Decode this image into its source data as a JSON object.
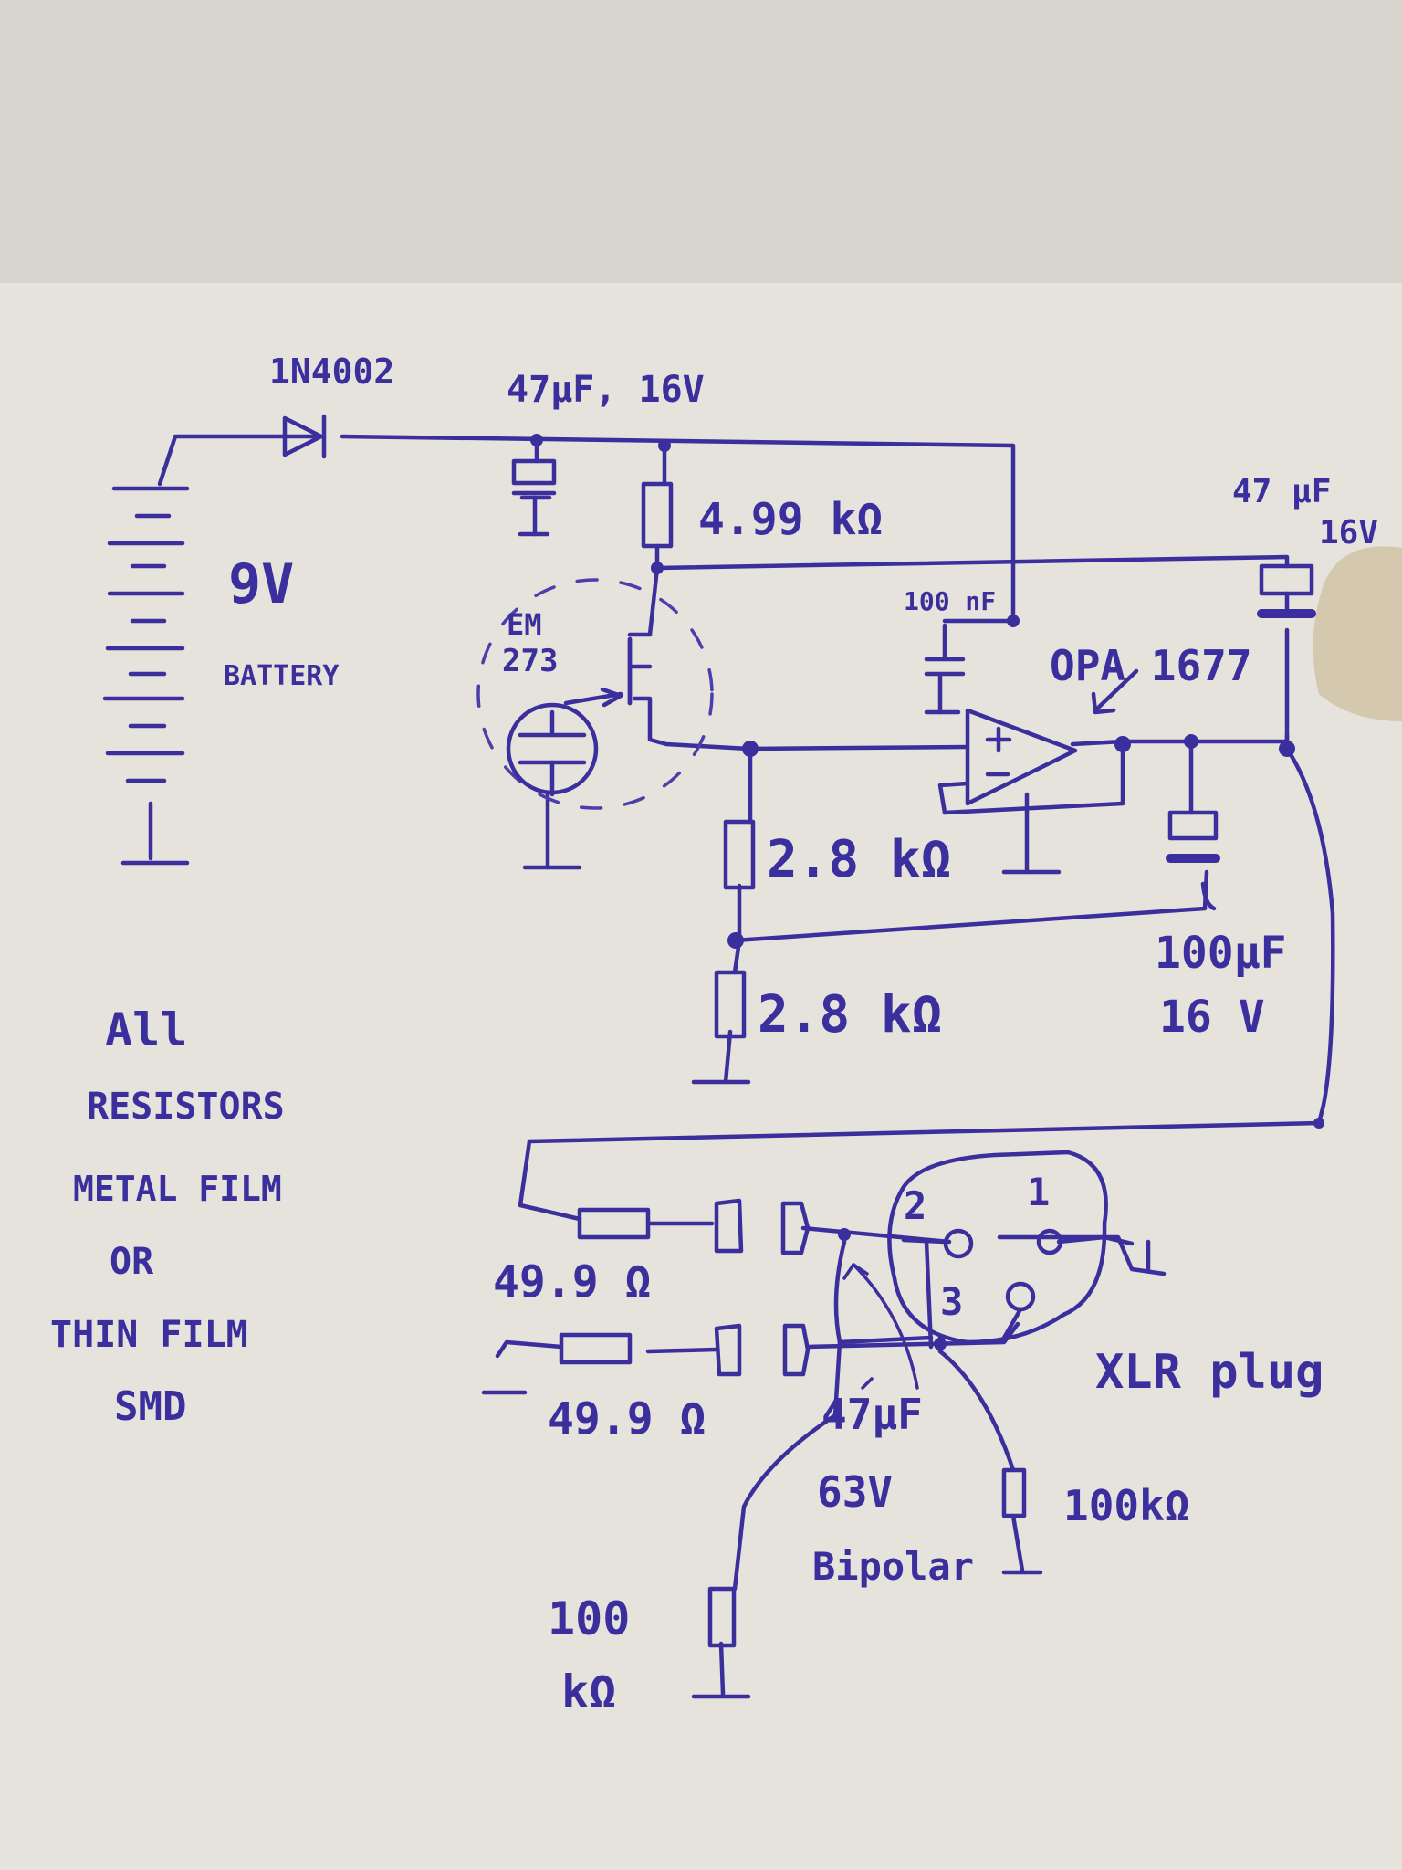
{
  "labels": {
    "diode": "1N4002",
    "cap_in": "47μF, 16V",
    "r_top": "4.99 kΩ",
    "battery_v": "9V",
    "battery": "BATTERY",
    "mic_1": "EM",
    "mic_2": "273",
    "cap_100n": "100 nF",
    "opamp": "OPA 1677",
    "cap_out_1": "47 μF",
    "cap_out_2": "16V",
    "r_div1": "2.8 kΩ",
    "r_div2": "2.8 kΩ",
    "cap_dec_1": "100μF",
    "cap_dec_2": "16 V",
    "note_1": "All",
    "note_2": "RESISTORS",
    "note_3": "METAL FILM",
    "note_4": "OR",
    "note_5": "THIN FILM",
    "note_6": "SMD",
    "r_out1": "49.9 Ω",
    "r_out2": "49.9 Ω",
    "xlr_pin2": "2",
    "xlr_pin1": "1",
    "xlr_pin3": "3",
    "xlr": "XLR plug",
    "cap_bip_1": "47μF",
    "cap_bip_2": "63V",
    "cap_bip_3": "Bipolar",
    "r_bias1": "100kΩ",
    "r_bias2_1": "100",
    "r_bias2_2": "kΩ"
  },
  "colors": {
    "paper_top": "#d9d5cf",
    "paper_main": "#e6e2dc",
    "ink": "#3b2f9e",
    "stain": "#cdbf9f"
  }
}
